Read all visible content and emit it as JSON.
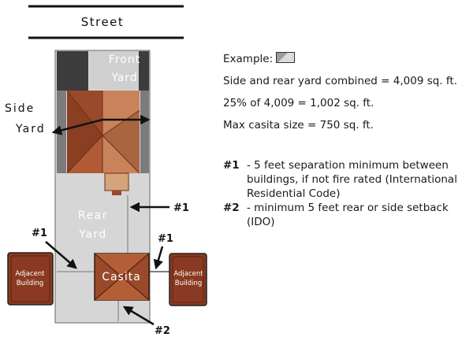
{
  "street_label": "Street",
  "front_yard_label": [
    "Front",
    "Yard"
  ],
  "side_yard_label": [
    "Side",
    "Yard"
  ],
  "rear_yard_label": [
    "Rear",
    "Yard"
  ],
  "casita_label": "Casita",
  "adjacent_building_label": [
    "Adjacent",
    "Building"
  ],
  "callouts": {
    "one": "#1",
    "two": "#2"
  },
  "legend": {
    "example_label": "Example:",
    "combined": "Side and rear yard combined = 4,009 sq. ft.",
    "percent": "25% of 4,009 = 1,002 sq. ft.",
    "max": "Max casita size = 750 sq. ft."
  },
  "notes": [
    {
      "num": "#1",
      "text": "- 5 feet separation minimum between buildings, if not fire rated (International Residential Code)"
    },
    {
      "num": "#2",
      "text": "- minimum 5 feet rear or side setback (IDO)"
    }
  ],
  "colors": {
    "roof_dark": "#9a4a2a",
    "roof_light": "#c9835a",
    "yard_gray": "#d6d6d6",
    "side_gray": "#7b7b7b",
    "dark_block": "#3c3c3c",
    "casita": "#9a4a2a",
    "adjacent": "#8a3a22"
  }
}
